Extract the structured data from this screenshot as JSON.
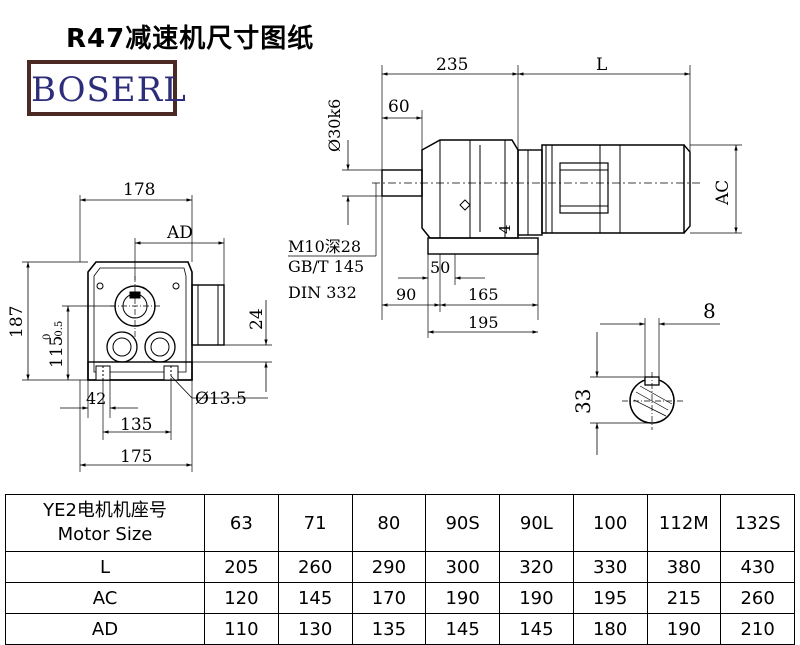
{
  "title": "R47减速机尺寸图纸",
  "logo": {
    "text": "BOSERL"
  },
  "drawing": {
    "front_view": {
      "width_top": "178",
      "ad": "AD",
      "height": "187",
      "shaft_height": "115",
      "shaft_tol_upper": "0",
      "shaft_tol_lower": "-0.5",
      "foot_height": "24",
      "foot_offset": "42",
      "hole_dia": "Ø13.5",
      "hole_spacing": "135",
      "base_width": "175"
    },
    "side_view": {
      "len_235": "235",
      "len_l": "L",
      "len_60": "60",
      "shaft_dia": "Ø30k6",
      "ac": "AC",
      "thread_1": "M10深28",
      "thread_2": "GB/T 145",
      "thread_3": "DIN 332",
      "len_4": "4",
      "len_50": "50",
      "len_90": "90",
      "len_165": "165",
      "len_195": "195"
    },
    "key_section": {
      "key_width": "8",
      "key_height": "33"
    }
  },
  "table": {
    "header_line1": "YE2电机机座号",
    "header_line2": "Motor Size",
    "sizes": [
      "63",
      "71",
      "80",
      "90S",
      "90L",
      "100",
      "112M",
      "132S"
    ],
    "rows": [
      {
        "label": "L",
        "values": [
          "205",
          "260",
          "290",
          "300",
          "320",
          "330",
          "380",
          "430"
        ]
      },
      {
        "label": "AC",
        "values": [
          "120",
          "145",
          "170",
          "190",
          "190",
          "195",
          "215",
          "260"
        ]
      },
      {
        "label": "AD",
        "values": [
          "110",
          "130",
          "135",
          "145",
          "145",
          "180",
          "190",
          "210"
        ]
      }
    ]
  }
}
